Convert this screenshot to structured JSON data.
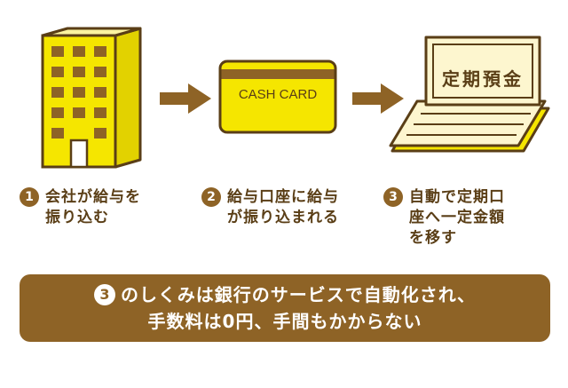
{
  "card": {
    "text": "CASH CARD"
  },
  "book": {
    "title": "定期預金"
  },
  "steps": [
    {
      "num": "1",
      "text": "会社が給与を\n振り込む"
    },
    {
      "num": "2",
      "text": "給与口座に給与\nが振り込まれる"
    },
    {
      "num": "3",
      "text": "自動で定期口\n座へ一定金額\nを移す"
    }
  ],
  "banner": {
    "num": "3",
    "line1": "のしくみは銀行のサービスで自動化され、",
    "line2": "手数料は0円、手間もかからない"
  },
  "colors": {
    "yellow": "#f5e600",
    "brown": "#8e6326",
    "outline": "#5a3e16",
    "cream": "#fdf6cf"
  }
}
